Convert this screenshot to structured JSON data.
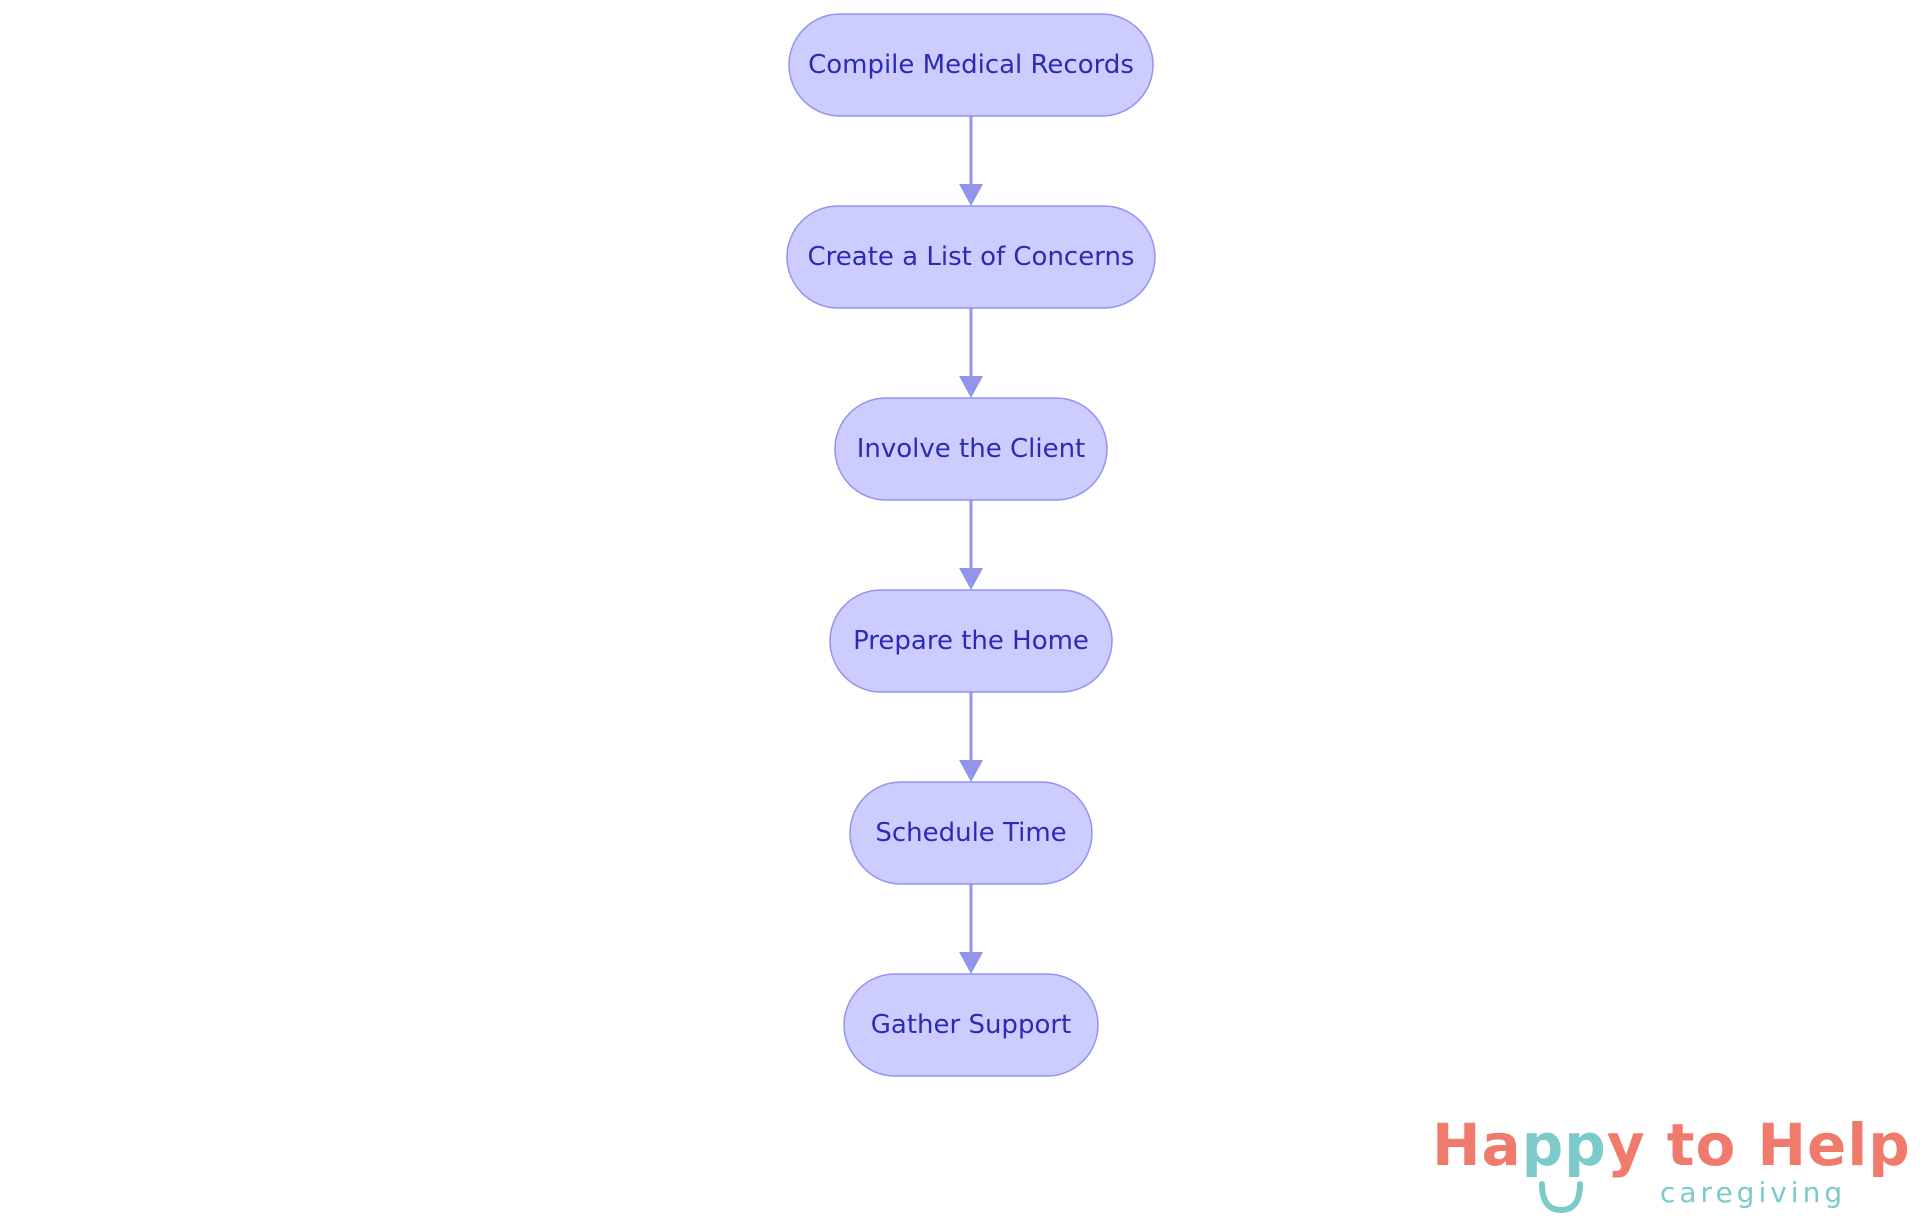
{
  "diagram": {
    "type": "flowchart",
    "direction": "top-to-bottom",
    "nodes": [
      {
        "id": "n1",
        "label": "Compile Medical Records"
      },
      {
        "id": "n2",
        "label": "Create a List of Concerns"
      },
      {
        "id": "n3",
        "label": "Involve the Client"
      },
      {
        "id": "n4",
        "label": "Prepare the Home"
      },
      {
        "id": "n5",
        "label": "Schedule Time"
      },
      {
        "id": "n6",
        "label": "Gather Support"
      }
    ],
    "edges": [
      {
        "from": "n1",
        "to": "n2"
      },
      {
        "from": "n2",
        "to": "n3"
      },
      {
        "from": "n3",
        "to": "n4"
      },
      {
        "from": "n4",
        "to": "n5"
      },
      {
        "from": "n5",
        "to": "n6"
      }
    ],
    "colors": {
      "node_fill": "#ccccff",
      "node_border": "#9494f0",
      "node_text": "#2b2bb8",
      "edge": "#9494ec"
    }
  },
  "logo": {
    "title": "Happy to Help",
    "subtitle": "caregiving",
    "colors": {
      "title": "#f07b6c",
      "accent": "#7ccaca",
      "subtitle": "#7ccaca"
    }
  }
}
